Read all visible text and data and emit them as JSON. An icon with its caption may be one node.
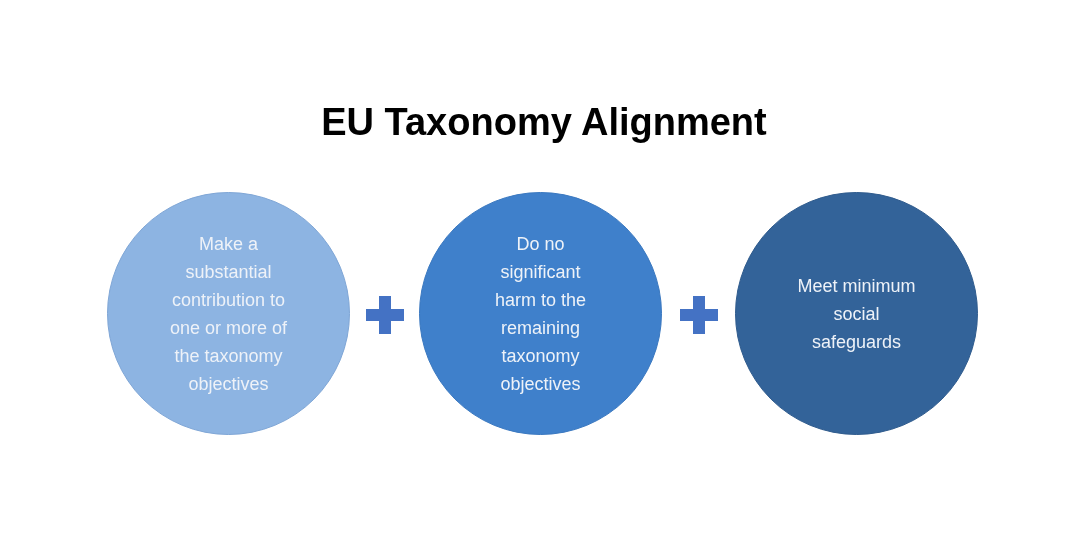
{
  "diagram": {
    "title": "EU Taxonomy Alignment",
    "nodes": [
      {
        "text": [
          "Make a substantial contribution to one or more of the taxonomy objectives"
        ]
      },
      {
        "text": [
          "Do no significant harm to the remaining taxonomy objectives"
        ]
      },
      {
        "text": [
          "Meet minimum social safeguards"
        ]
      }
    ]
  }
}
